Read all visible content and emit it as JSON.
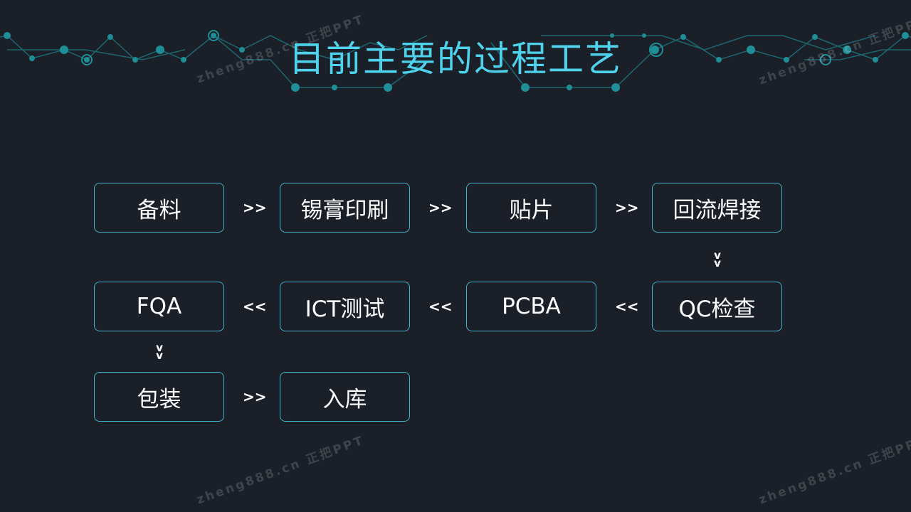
{
  "title": "目前主要的过程工艺",
  "accent_color": "#4fd2ec",
  "border_color": "#3fb6cc",
  "background_color": "#1b1f28",
  "watermark": "zheng888.cn 正把PPT",
  "steps": {
    "s1": "备料",
    "s2": "锡膏印刷",
    "s3": "贴片",
    "s4": "回流焊接",
    "s5": "QC检查",
    "s6": "PCBA",
    "s7": "ICT测试",
    "s8": "FQA",
    "s9": "包装",
    "s10": "入库"
  },
  "arrows": {
    "right": ">>",
    "left": "<<",
    "down": "v"
  }
}
